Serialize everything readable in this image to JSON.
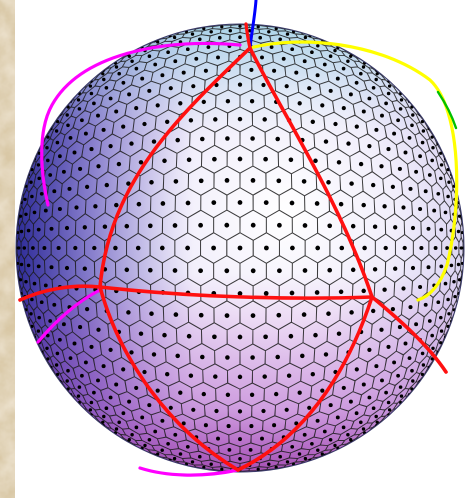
{
  "figure": {
    "kind": "voronoi-tessellated-sphere",
    "background_texture": "parchment",
    "background_color": "#d9c8a6",
    "panel_color": "#ffffff",
    "colors": {
      "sphere_light": "#ffffff",
      "sphere_lavender": "#e2dcf6",
      "sphere_mid": "#b7aedd",
      "sphere_dark_blue": "#2e2f9e",
      "sphere_magenta": "#c23fbf",
      "cell_edge": "#1a1a1a",
      "seed_point": "#000000",
      "arc_red": "#ff1010",
      "arc_yellow": "#ffff00",
      "arc_magenta": "#ff00ff",
      "arc_blue": "#0000ff",
      "arc_green": "#00c000"
    },
    "great_circles": [
      {
        "color_name": "red",
        "role": "spherical-triangle edges"
      },
      {
        "color_name": "yellow",
        "role": "upper-right great circle"
      },
      {
        "color_name": "magenta",
        "role": "left great circle"
      },
      {
        "color_name": "blue",
        "role": "top short arc"
      },
      {
        "color_name": "green",
        "role": "right rim arc"
      }
    ]
  }
}
